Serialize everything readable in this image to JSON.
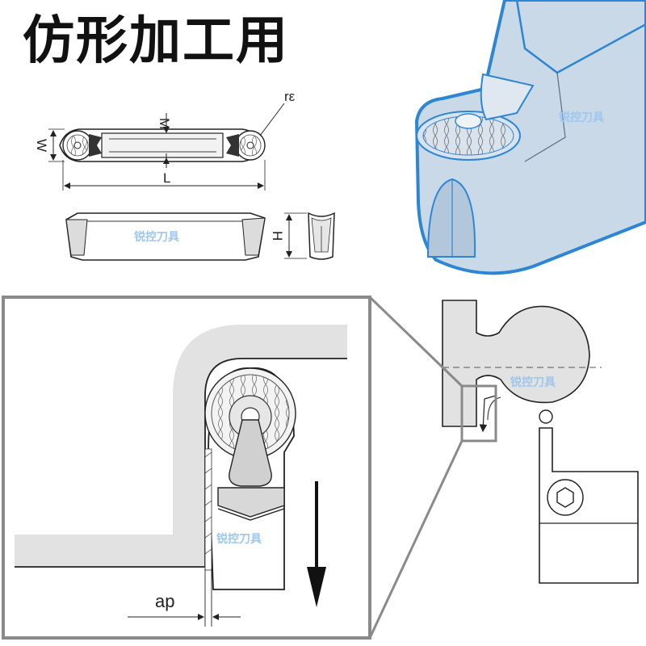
{
  "title": "仿形加工用",
  "dimension_labels": {
    "M": "M",
    "W": "W",
    "re": "rε",
    "L": "L",
    "H": "H",
    "ap": "ap"
  },
  "watermark": "锐控刀具",
  "colors": {
    "outline_blue": "#2d86d4",
    "fill_blue": "#c9d9e8",
    "watermark": "#9ec7f0",
    "workpiece_gray": "#e2e2e2",
    "frame_gray": "#8a8a8a"
  }
}
